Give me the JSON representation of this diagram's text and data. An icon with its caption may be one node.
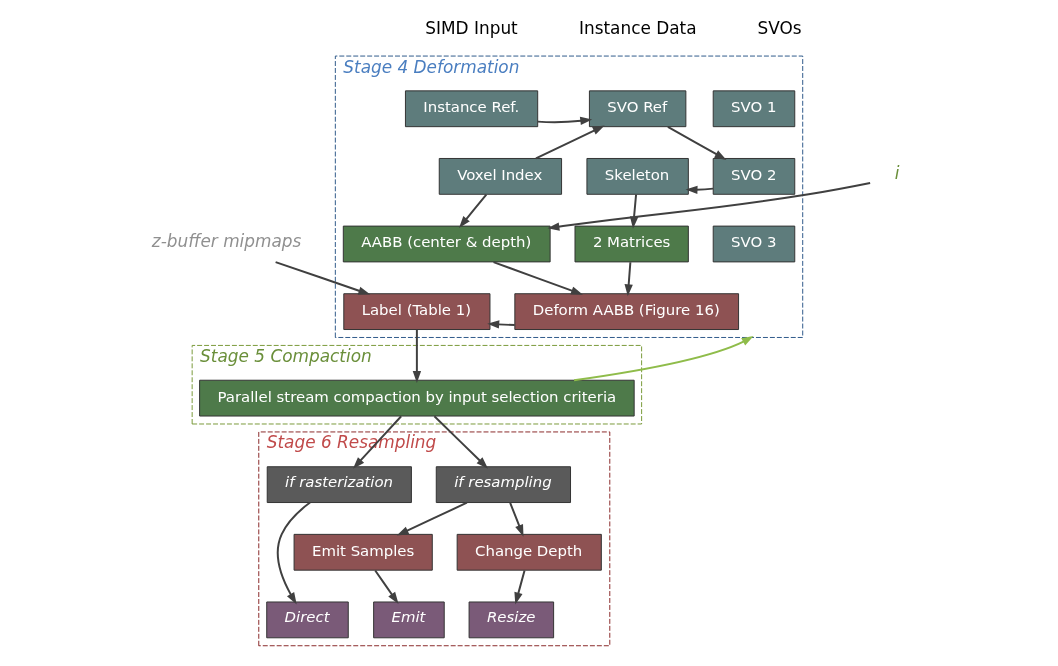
{
  "diagram": {
    "nodes": [
      {
        "text": [
          "Stage 4 Deformation"
        ]
      },
      {
        "text": [
          "Instance Ref."
        ],
        "in": 0
      },
      {
        "text": [
          "SVO Ref"
        ],
        "in": 0
      },
      {
        "text": [
          "SVO 1"
        ],
        "in": 0
      },
      {
        "text": [
          "Voxel Index"
        ],
        "in": 0
      },
      {
        "text": [
          "Skeleton"
        ],
        "in": 0
      },
      {
        "text": [
          "SVO 2"
        ],
        "in": 0
      },
      {
        "text": [
          "SVO 3"
        ],
        "in": 0
      },
      {
        "text": [
          "i"
        ]
      },
      {
        "text": [
          "AABB (center & depth)"
        ],
        "in": 0
      },
      {
        "text": [
          "2 Matrices"
        ],
        "in": 0
      },
      {
        "text": [
          "Deform AABB (Figure 16)"
        ],
        "in": 0
      },
      {
        "text": [
          "Label (Table 1)"
        ],
        "in": 0
      },
      {
        "text": [
          "z-buffer mipmaps"
        ]
      },
      {
        "text": [
          "Stage 5 Compaction"
        ]
      },
      {
        "text": [
          "Parallel stream compaction by input selection criteria"
        ],
        "in": 14
      },
      {
        "text": [
          "Stage 6 Resampling"
        ]
      },
      {
        "text": [
          "if rasterization"
        ],
        "in": 16
      },
      {
        "text": [
          "if resampling"
        ],
        "in": 16
      },
      {
        "text": [
          "Change Depth"
        ],
        "in": 16
      },
      {
        "text": [
          "Emit Samples"
        ],
        "in": 16
      },
      {
        "text": [
          "Direct"
        ],
        "in": 16
      },
      {
        "text": [
          "Resize"
        ],
        "in": 16
      },
      {
        "text": [
          "Emit"
        ],
        "in": 16
      }
    ],
    "edges": [
      {
        "from": 1,
        "to": 2,
        "arrow": "to"
      },
      {
        "from": 4,
        "to": 2,
        "arrow": "to"
      },
      {
        "from": 2,
        "to": 6,
        "arrow": "to"
      },
      {
        "from": 6,
        "to": 5,
        "arrow": "to"
      },
      {
        "from": 4,
        "to": 9,
        "arrow": "to"
      },
      {
        "from": 5,
        "to": 10,
        "arrow": "to"
      },
      {
        "from": 8,
        "to": 9,
        "arrow": "to"
      },
      {
        "from": 9,
        "to": 11,
        "arrow": "to"
      },
      {
        "from": 10,
        "to": 11,
        "arrow": "to"
      },
      {
        "from": 11,
        "to": 12,
        "arrow": "to"
      },
      {
        "from": 13,
        "to": 12,
        "arrow": "to"
      },
      {
        "from": 12,
        "to": 15,
        "arrow": "to"
      },
      {
        "from": 15,
        "to": 0,
        "arrow": "to",
        "color": "#8fbc4a"
      },
      {
        "from": 15,
        "to": 17,
        "arrow": "to"
      },
      {
        "from": 15,
        "to": 18,
        "arrow": "to"
      },
      {
        "from": 17,
        "to": 21,
        "arrow": "to"
      },
      {
        "from": 18,
        "to": 19,
        "arrow": "to"
      },
      {
        "from": 18,
        "to": 20,
        "arrow": "to"
      },
      {
        "from": 19,
        "to": 22,
        "arrow": "to"
      },
      {
        "from": 20,
        "to": 23,
        "arrow": "to"
      }
    ],
    "labels": [
      "SIMD Input",
      "Instance Data",
      "SVOs"
    ]
  }
}
